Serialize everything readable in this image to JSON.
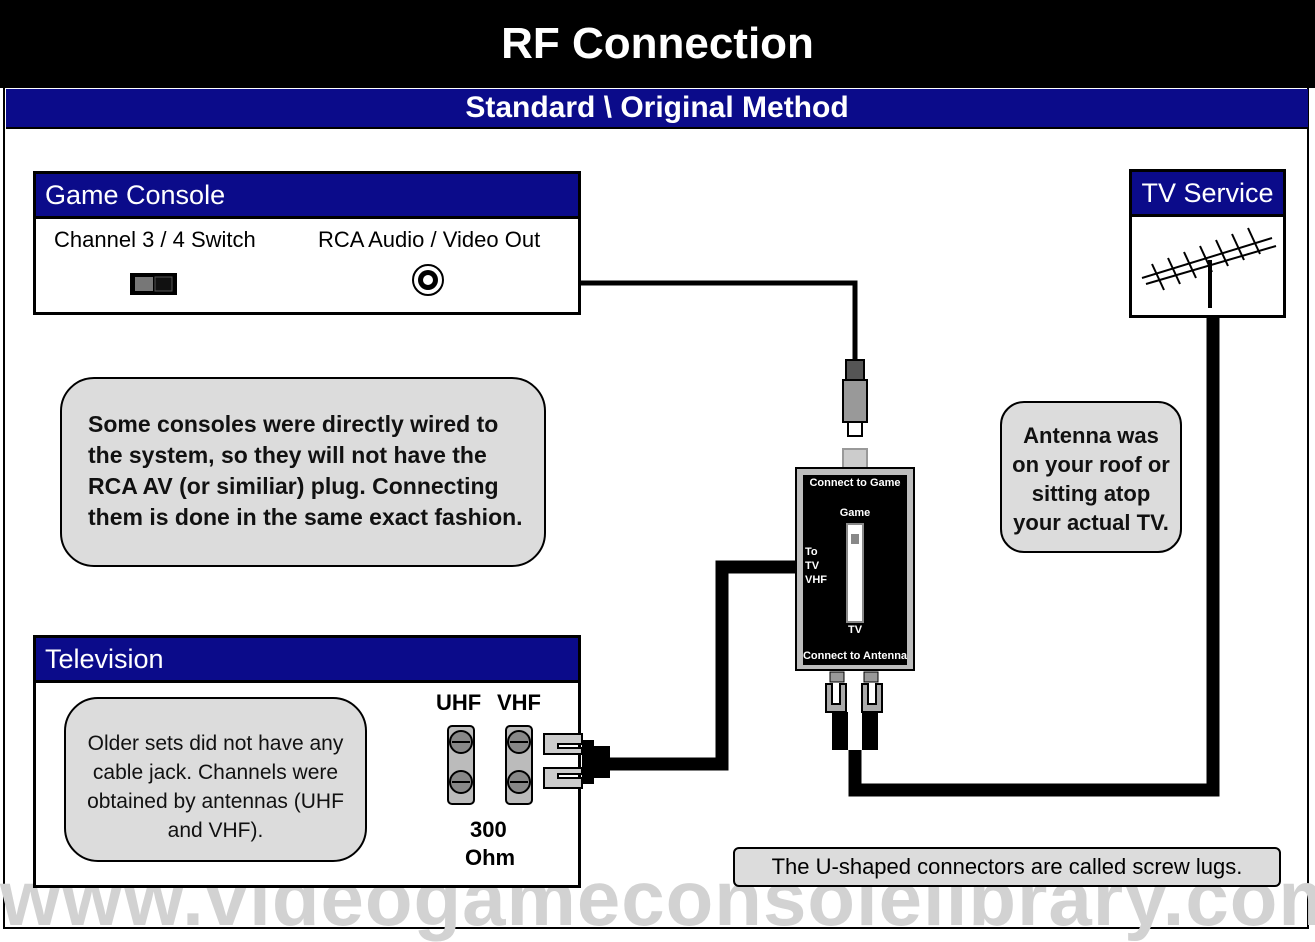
{
  "title": "RF Connection",
  "subtitle": "Standard \\ Original Method",
  "game_console": {
    "header": "Game Console",
    "switch_label": "Channel 3 / 4 Switch",
    "rca_label": "RCA Audio / Video Out"
  },
  "tv_service": {
    "header": "TV Service"
  },
  "television": {
    "header": "Television",
    "uhf": "UHF",
    "vhf": "VHF",
    "ohm_value": "300",
    "ohm_unit": "Ohm",
    "note": "Older sets did not have any cable jack. Channels were obtained by antennas (UHF and VHF)."
  },
  "switchbox": {
    "top": "Connect to Game",
    "game": "Game",
    "to": "To",
    "tv_line": "TV",
    "vhf": "VHF",
    "tv": "TV",
    "bottom": "Connect to Antenna"
  },
  "notes": {
    "consoles": "Some consoles were directly wired to the system, so they will not have the RCA AV (or similiar) plug.  Connecting them is done in the same exact fashion.",
    "antenna": "Antenna was on your roof or sitting atop your actual TV.",
    "lugs": "The U-shaped connectors are called screw lugs."
  },
  "watermark": "www.videogameconsolelibrary.com",
  "colors": {
    "header_blue": "#0b0b8a",
    "bubble_gray": "#dcdcdc"
  }
}
